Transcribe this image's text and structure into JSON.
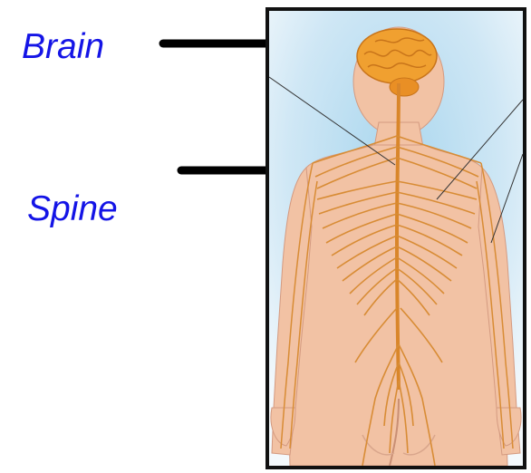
{
  "labels": {
    "brain": "Brain",
    "spine": "Spine"
  },
  "colors": {
    "label_text": "#1414e6",
    "arrow": "#000000",
    "skin": "#f2c2a4",
    "nerve": "#e0952e",
    "brain": "#f0a030",
    "background_tint": "#bfe0f2"
  },
  "figure": {
    "subject": "human-nervous-system-back-view"
  }
}
